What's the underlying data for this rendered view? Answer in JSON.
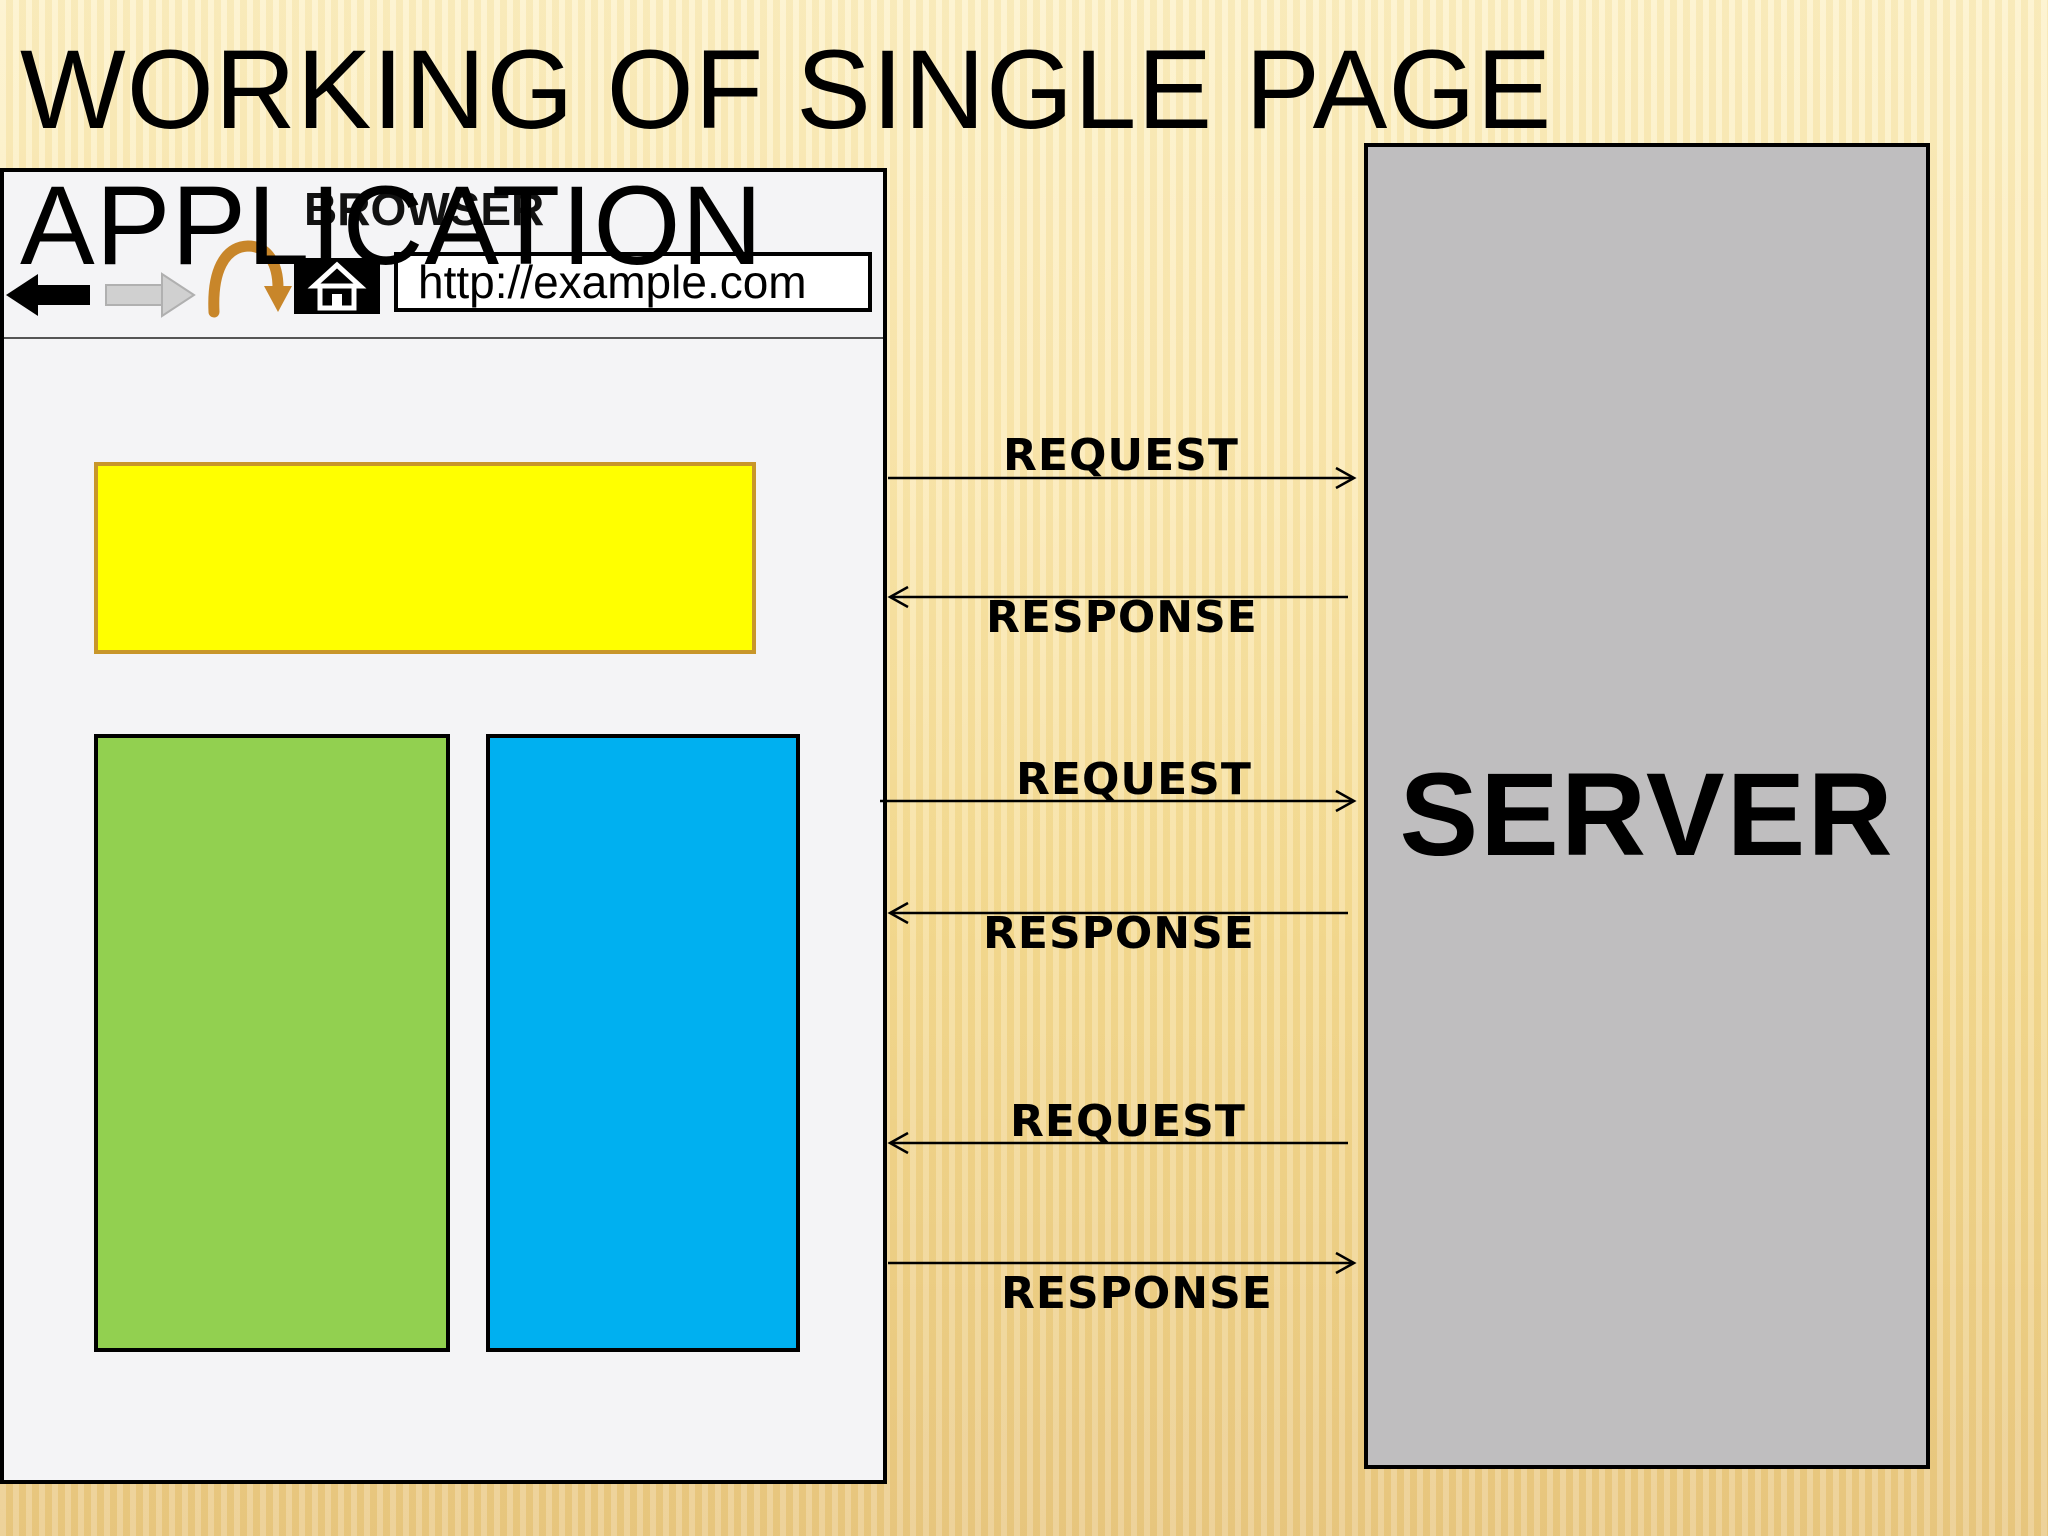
{
  "title": "WORKING OF SINGLE PAGE APPLICATION",
  "browser": {
    "label": "BROWSER",
    "url": "http://example.com",
    "icons": [
      "back-arrow-icon",
      "forward-arrow-icon",
      "reload-icon",
      "home-icon"
    ]
  },
  "panels": [
    {
      "name": "yellow-panel",
      "color": "#ffff00"
    },
    {
      "name": "green-panel",
      "color": "#92d050"
    },
    {
      "name": "blue-panel",
      "color": "#00b0f0"
    }
  ],
  "server": {
    "label": "SERVER",
    "color": "#bfbebf"
  },
  "flows": [
    {
      "label": "REQUEST",
      "direction": "to-server"
    },
    {
      "label": "RESPONSE",
      "direction": "to-browser"
    },
    {
      "label": "REQUEST",
      "direction": "to-server"
    },
    {
      "label": "RESPONSE",
      "direction": "to-browser"
    },
    {
      "label": "REQUEST",
      "direction": "to-browser"
    },
    {
      "label": "RESPONSE",
      "direction": "to-server"
    }
  ]
}
